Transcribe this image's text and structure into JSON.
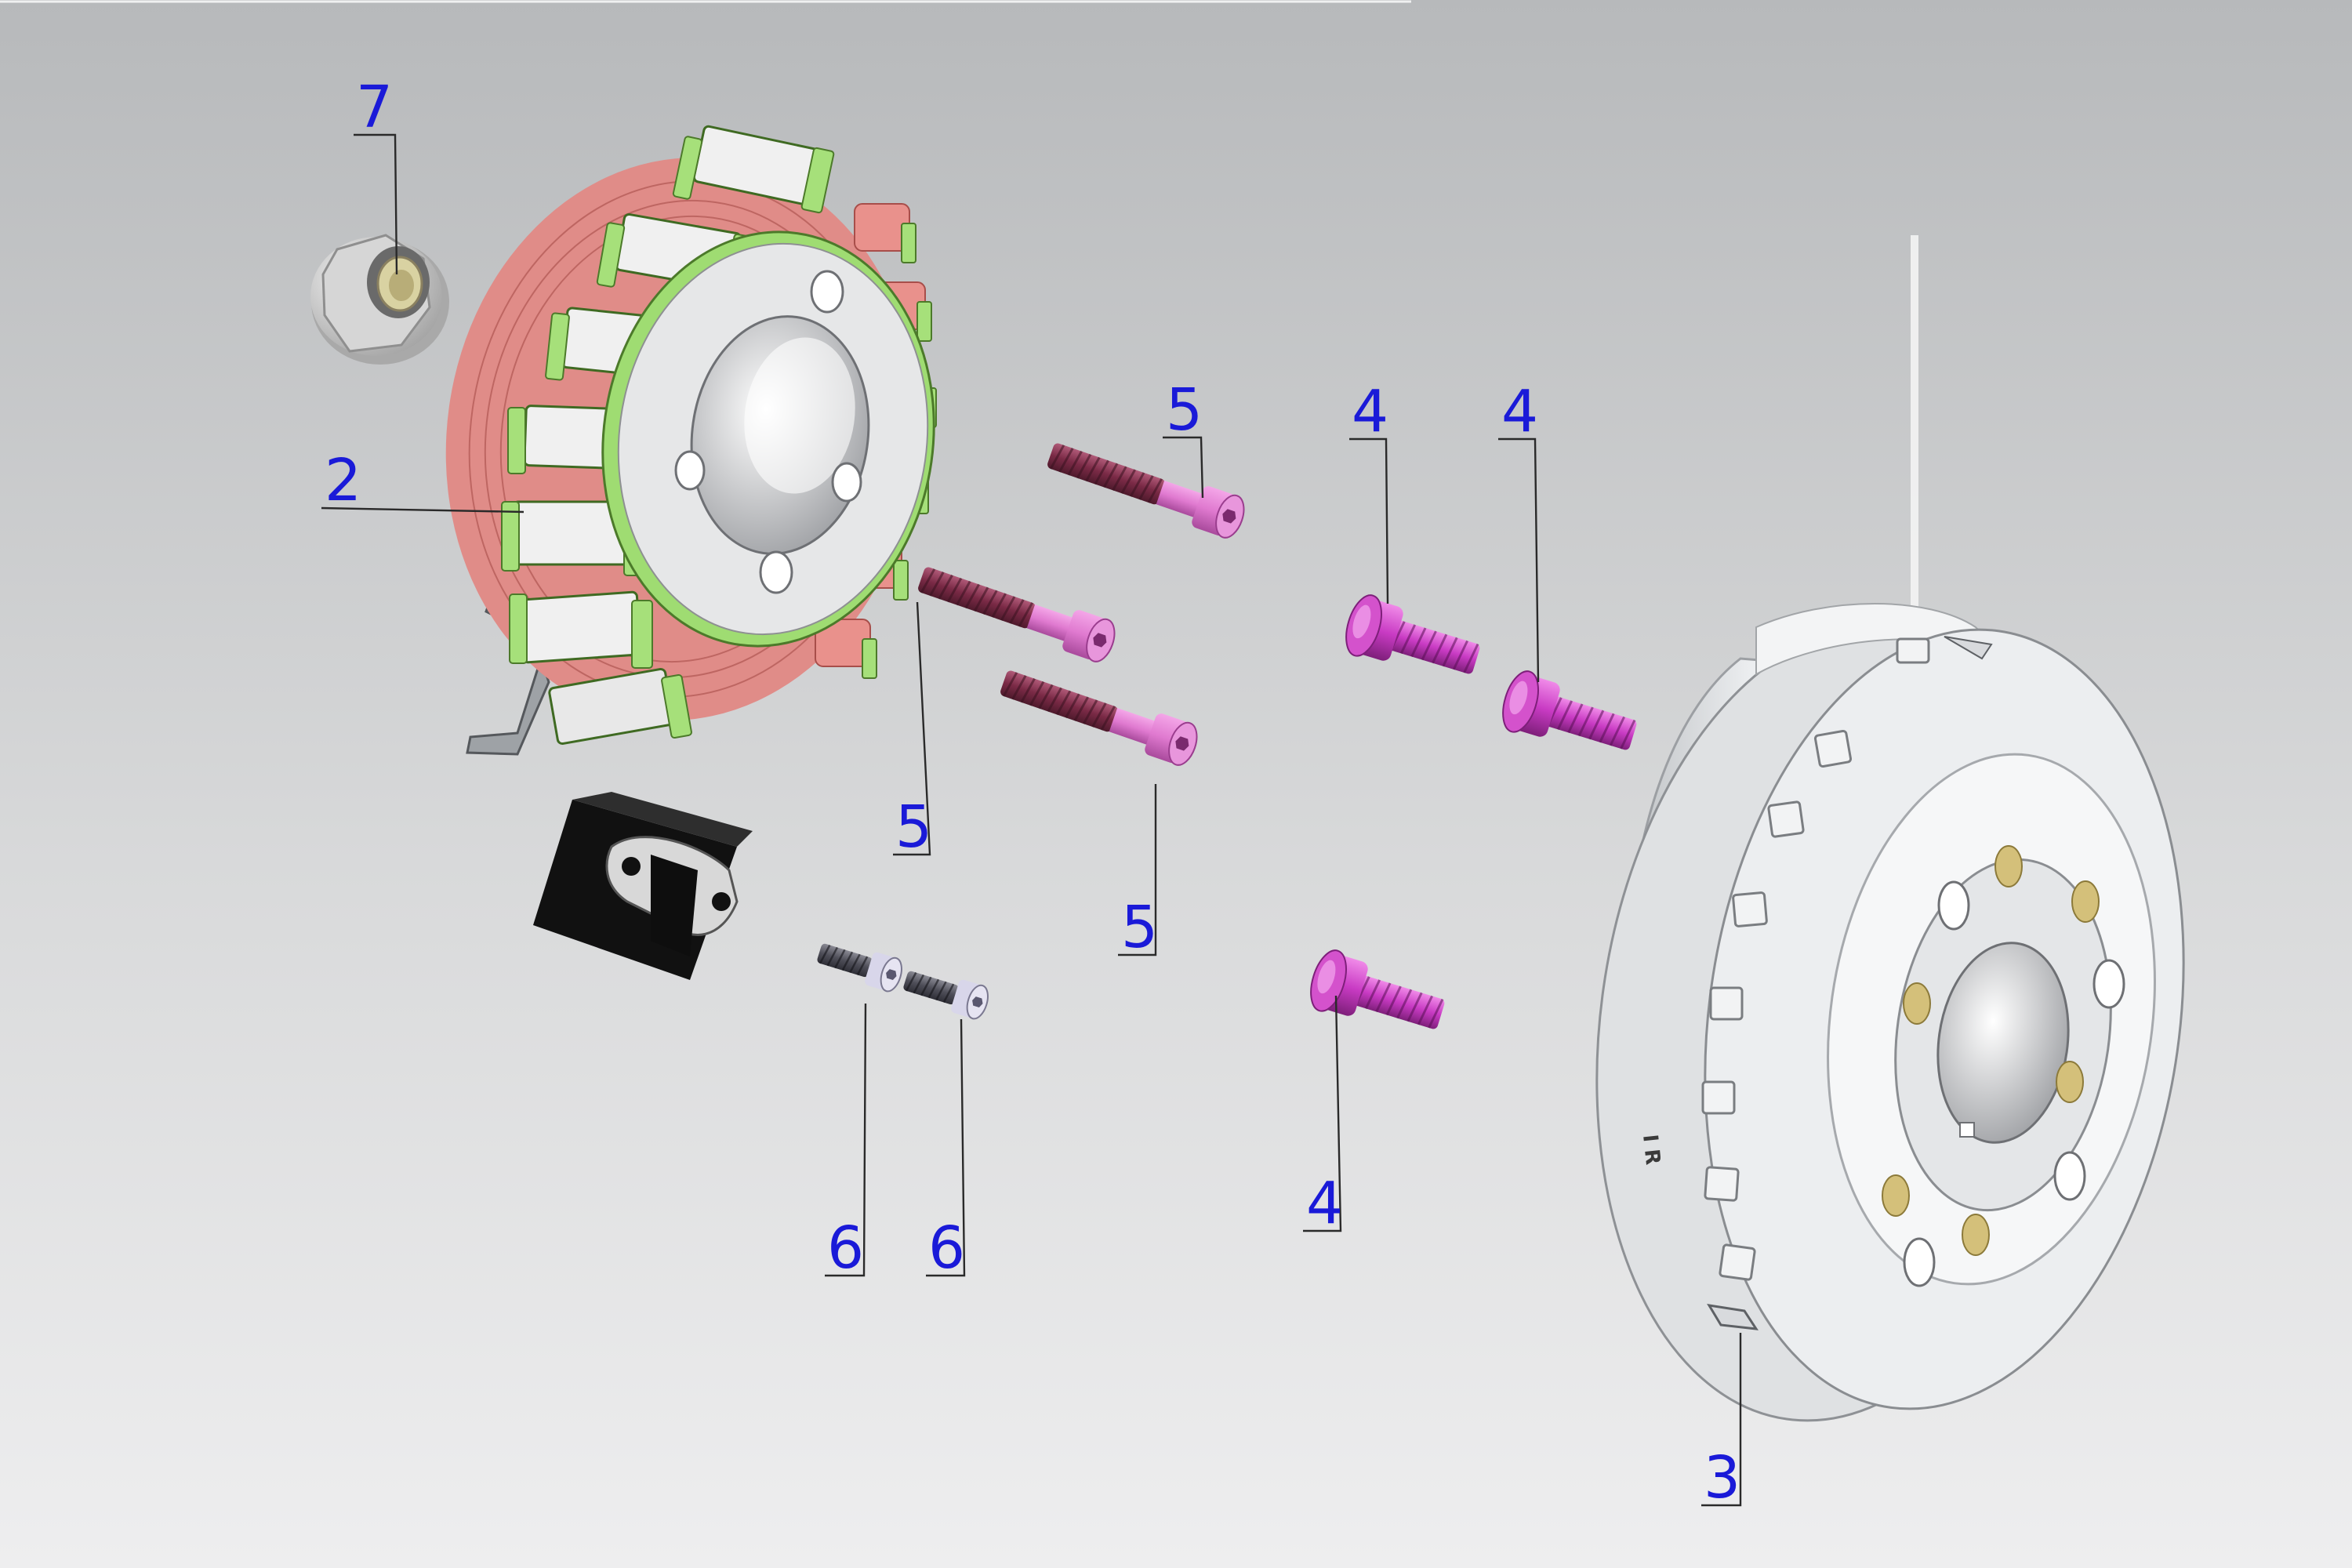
{
  "callouts": [
    {
      "id": "7a",
      "label": "7"
    },
    {
      "id": "2a",
      "label": "2"
    },
    {
      "id": "5a",
      "label": "5"
    },
    {
      "id": "5b",
      "label": "5"
    },
    {
      "id": "5c",
      "label": "5"
    },
    {
      "id": "4a",
      "label": "4"
    },
    {
      "id": "4b",
      "label": "4"
    },
    {
      "id": "4c",
      "label": "4"
    },
    {
      "id": "6a",
      "label": "6"
    },
    {
      "id": "6b",
      "label": "6"
    },
    {
      "id": "3a",
      "label": "3"
    }
  ],
  "flywheel_marking": "I R",
  "colors": {
    "background_top": "#b8babc",
    "background_bottom": "#eeeeef",
    "callout_text": "#1a1ad8",
    "leader_line": "#2a2a2a",
    "bolt_magenta": "#c93bc4",
    "bolt_thread": "#8a2f4e",
    "bolt_head_pink": "#e48ad8",
    "stator_coil": "#e9918c",
    "stator_insulator": "#a6e07a",
    "flywheel": "#e6e8ea",
    "magnet_gold": "#d4c07a",
    "pickup_black": "#121212",
    "small_bolt": "#c9c8dc"
  }
}
